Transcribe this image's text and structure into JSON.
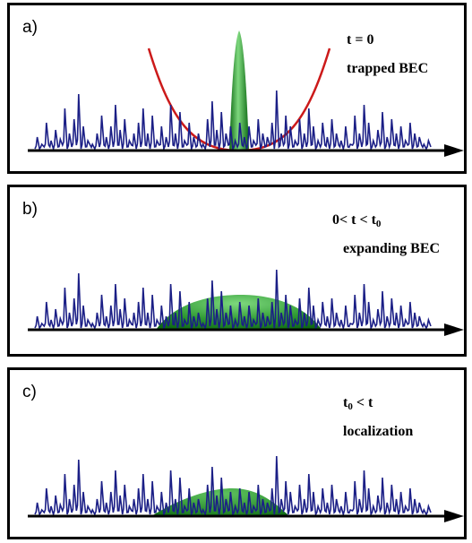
{
  "panels": [
    {
      "label": "a)",
      "time": "t = 0",
      "state": "trapped BEC"
    },
    {
      "label": "b)",
      "time_main": "0< t < t",
      "time_sub": "0",
      "state": "expanding BEC"
    },
    {
      "label": "c)",
      "time_main": "t",
      "time_sub": "0",
      "time_tail": " < t",
      "state": "localization"
    }
  ],
  "colors": {
    "potential": "#1b1f86",
    "trap": "#cc1a1a",
    "bec_light": "#5fc25f",
    "bec_dark": "#0f6a14",
    "axis": "#000000"
  }
}
